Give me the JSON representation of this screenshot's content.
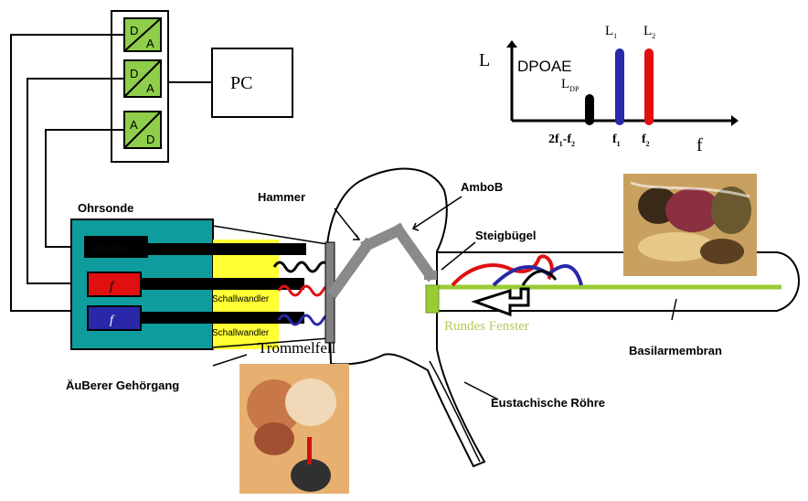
{
  "converters": [
    {
      "top": "D",
      "bottom": "A"
    },
    {
      "top": "D",
      "bottom": "A"
    },
    {
      "top": "A",
      "bottom": "D"
    }
  ],
  "pc_label": "PC",
  "probe": {
    "title": "Ohrsonde",
    "mic_label": "Mikrofon",
    "speaker1_symbol": "f",
    "speaker1_label": "Schallwandler",
    "speaker2_symbol": "f",
    "speaker2_label": "Schallwandler"
  },
  "anatomy": {
    "hammer": "Hammer",
    "amboss": "AmboB",
    "steigbuegel": "Steigbügel",
    "rundes_fenster": "Rundes Fenster",
    "basilarmembran": "Basilarmembran",
    "trommelfell": "Trommelfell",
    "gehoergang": "ÄuBerer Gehörgang",
    "eustachische": "Eustachische Röhre"
  },
  "spectrum": {
    "y_axis": "L",
    "x_axis": "f",
    "title": "DPOAE",
    "ldp_label": "L",
    "ldp_sub": "DP",
    "l1_label": "L",
    "l1_sub": "1",
    "l2_label": "L",
    "l2_sub": "2",
    "dp_freq": "2f",
    "dp_freq_sub1": "1",
    "dp_freq_minus": "-f",
    "dp_freq_sub2": "2",
    "f1": "f",
    "f1_sub": "1",
    "f2": "f",
    "f2_sub": "2"
  },
  "colors": {
    "converter_green": "#8fce4a",
    "probe_teal": "#0f9c9c",
    "yellow": "#ffff33",
    "red": "#e01010",
    "blue": "#2828a8",
    "gray_ossicle": "#8a8a8a",
    "membrane_green": "#99cc33",
    "fenster_text": "#b8c858"
  }
}
